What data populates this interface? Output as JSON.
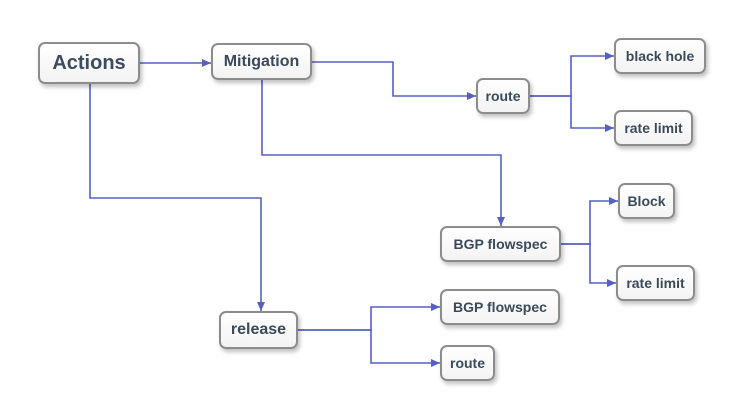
{
  "diagram": {
    "type": "tree",
    "edge_color": "#5560c0",
    "nodes": [
      {
        "id": "actions",
        "label": "Actions"
      },
      {
        "id": "mitigation",
        "label": "Mitigation"
      },
      {
        "id": "release",
        "label": "release"
      },
      {
        "id": "mit-route",
        "label": "route"
      },
      {
        "id": "black-hole",
        "label": "black hole"
      },
      {
        "id": "route-rate-limit",
        "label": "rate limit"
      },
      {
        "id": "mit-bgp-flowspec",
        "label": "BGP flowspec"
      },
      {
        "id": "block",
        "label": "Block"
      },
      {
        "id": "flowspec-rate-limit",
        "label": "rate limit"
      },
      {
        "id": "rel-bgp-flowspec",
        "label": "BGP flowspec"
      },
      {
        "id": "rel-route",
        "label": "route"
      }
    ],
    "edges": [
      {
        "from": "actions",
        "to": "mitigation"
      },
      {
        "from": "actions",
        "to": "release"
      },
      {
        "from": "mitigation",
        "to": "mit-route"
      },
      {
        "from": "mitigation",
        "to": "mit-bgp-flowspec"
      },
      {
        "from": "mit-route",
        "to": "black-hole"
      },
      {
        "from": "mit-route",
        "to": "route-rate-limit"
      },
      {
        "from": "mit-bgp-flowspec",
        "to": "block"
      },
      {
        "from": "mit-bgp-flowspec",
        "to": "flowspec-rate-limit"
      },
      {
        "from": "release",
        "to": "rel-bgp-flowspec"
      },
      {
        "from": "release",
        "to": "rel-route"
      }
    ]
  }
}
